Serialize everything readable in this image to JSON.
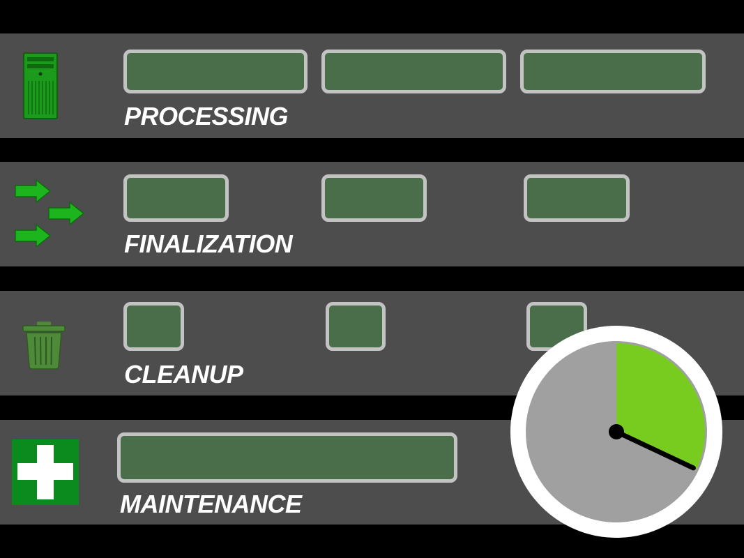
{
  "rows": [
    {
      "label": "PROCESSING",
      "icon": "server-icon",
      "slots": 3
    },
    {
      "label": "FINALIZATION",
      "icon": "arrows-icon",
      "slots": 3
    },
    {
      "label": "CLEANUP",
      "icon": "trash-icon",
      "slots": 3
    },
    {
      "label": "MAINTENANCE",
      "icon": "first-aid-icon",
      "slots": 1
    }
  ],
  "timer": {
    "elapsed_fraction": 0.32,
    "icon": "clock-icon"
  },
  "colors": {
    "band": "#4d4d4d",
    "slot_fill": "#4a6e4a",
    "slot_border": "#c3c3c3",
    "accent_green": "#78cc1f",
    "icon_green": "#1db51d",
    "clock_face": "#a0a0a0"
  }
}
